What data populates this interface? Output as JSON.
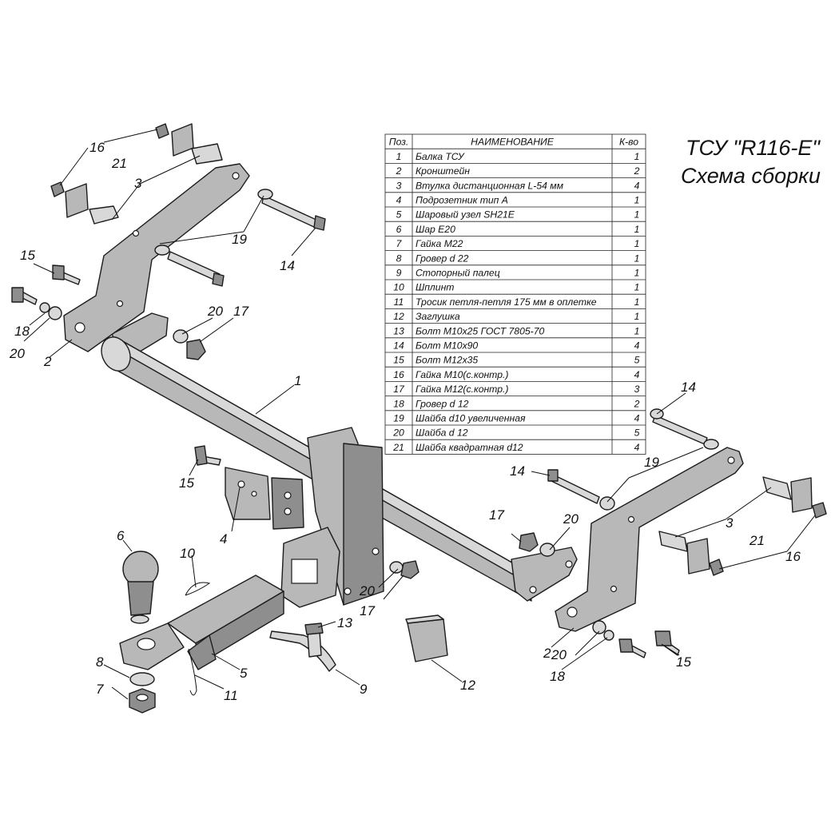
{
  "title": {
    "line1": "ТСУ \"R116-E\"",
    "line2": "Схема сборки"
  },
  "table": {
    "headers": {
      "pos": "Поз.",
      "name": "НАИМЕНОВАНИЕ",
      "qty": "К-во"
    },
    "rows": [
      {
        "pos": "1",
        "name": "Балка ТСУ",
        "qty": "1"
      },
      {
        "pos": "2",
        "name": "Кронштейн",
        "qty": "2"
      },
      {
        "pos": "3",
        "name": "Втулка дистанционная L-54 мм",
        "qty": "4"
      },
      {
        "pos": "4",
        "name": "Подрозетник тип А",
        "qty": "1"
      },
      {
        "pos": "5",
        "name": "Шаровый узел SH21E",
        "qty": "1"
      },
      {
        "pos": "6",
        "name": "Шар E20",
        "qty": "1"
      },
      {
        "pos": "7",
        "name": "Гайка М22",
        "qty": "1"
      },
      {
        "pos": "8",
        "name": "Гровер d 22",
        "qty": "1"
      },
      {
        "pos": "9",
        "name": "Стопорный палец",
        "qty": "1"
      },
      {
        "pos": "10",
        "name": "Шплинт",
        "qty": "1"
      },
      {
        "pos": "11",
        "name": "Тросик петля-петля 175 мм в оплетке",
        "qty": "1"
      },
      {
        "pos": "12",
        "name": "Заглушка",
        "qty": "1"
      },
      {
        "pos": "13",
        "name": "Болт М10х25 ГОСТ 7805-70",
        "qty": "1"
      },
      {
        "pos": "14",
        "name": "Болт  М10х90",
        "qty": "4"
      },
      {
        "pos": "15",
        "name": "Болт М12х35",
        "qty": "5"
      },
      {
        "pos": "16",
        "name": "Гайка М10(с.контр.)",
        "qty": "4"
      },
      {
        "pos": "17",
        "name": "Гайка М12(с.контр.)",
        "qty": "3"
      },
      {
        "pos": "18",
        "name": "Гровер d 12",
        "qty": "2"
      },
      {
        "pos": "19",
        "name": "Шайба d10 увеличенная",
        "qty": "4"
      },
      {
        "pos": "20",
        "name": "Шайба d 12",
        "qty": "5"
      },
      {
        "pos": "21",
        "name": "Шайба квадратная d12",
        "qty": "4"
      }
    ]
  },
  "callouts": {
    "c1": "1",
    "c2_left": "2",
    "c2_right": "2",
    "c3_left": "3",
    "c3_right": "3",
    "c4": "4",
    "c5": "5",
    "c6": "6",
    "c7": "7",
    "c8": "8",
    "c9": "9",
    "c10": "10",
    "c11": "11",
    "c12": "12",
    "c13": "13",
    "c14_left": "14",
    "c14_right_top": "14",
    "c14_right_mid": "14",
    "c15_left": "15",
    "c15_mid": "15",
    "c15_right": "15",
    "c16_left": "16",
    "c16_right": "16",
    "c17_top": "17",
    "c17_mid": "17",
    "c17_right": "17",
    "c18_left": "18",
    "c18_right": "18",
    "c19_left": "19",
    "c19_right": "19",
    "c20_left": "20",
    "c20_top": "20",
    "c20_mid": "20",
    "c20_right_bottom": "20",
    "c20_right": "20",
    "c21_left": "21",
    "c21_right": "21"
  },
  "colors": {
    "metal": "#b8b8b8",
    "metal_dark": "#8e8e8e",
    "metal_light": "#d8d8d8",
    "ink": "#111111"
  }
}
